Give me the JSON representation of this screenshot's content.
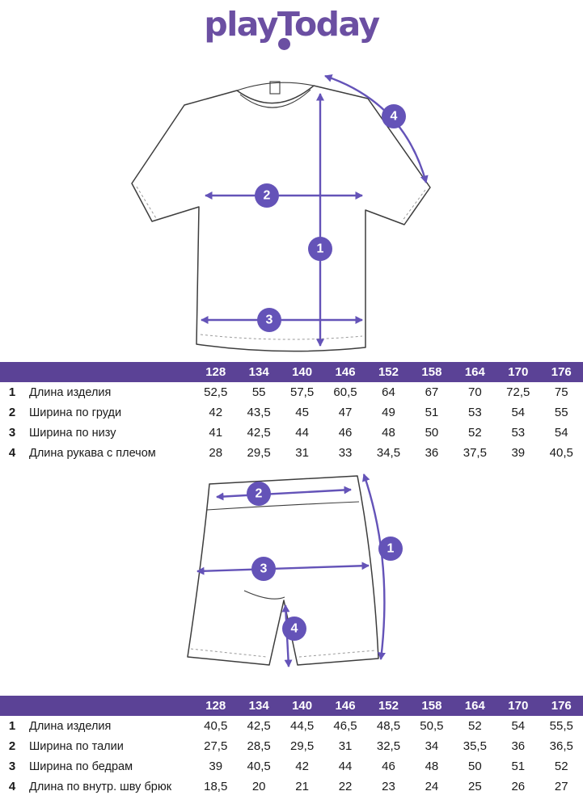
{
  "brand": {
    "logo_text": "playToday"
  },
  "colors": {
    "purple": "#5b4296",
    "arrow": "#6453b8",
    "logo": "#6b4fa2"
  },
  "badges": [
    "1",
    "2",
    "3",
    "4"
  ],
  "sizes": [
    "128",
    "134",
    "140",
    "146",
    "152",
    "158",
    "164",
    "170",
    "176"
  ],
  "tshirt_table": {
    "rows": [
      {
        "num": "1",
        "label": "Длина изделия",
        "values": [
          "52,5",
          "55",
          "57,5",
          "60,5",
          "64",
          "67",
          "70",
          "72,5",
          "75"
        ]
      },
      {
        "num": "2",
        "label": "Ширина по груди",
        "values": [
          "42",
          "43,5",
          "45",
          "47",
          "49",
          "51",
          "53",
          "54",
          "55"
        ]
      },
      {
        "num": "3",
        "label": "Ширина по низу",
        "values": [
          "41",
          "42,5",
          "44",
          "46",
          "48",
          "50",
          "52",
          "53",
          "54"
        ]
      },
      {
        "num": "4",
        "label": "Длина рукава с плечом",
        "values": [
          "28",
          "29,5",
          "31",
          "33",
          "34,5",
          "36",
          "37,5",
          "39",
          "40,5"
        ]
      }
    ]
  },
  "shorts_table": {
    "rows": [
      {
        "num": "1",
        "label": "Длина изделия",
        "values": [
          "40,5",
          "42,5",
          "44,5",
          "46,5",
          "48,5",
          "50,5",
          "52",
          "54",
          "55,5"
        ]
      },
      {
        "num": "2",
        "label": "Ширина по талии",
        "values": [
          "27,5",
          "28,5",
          "29,5",
          "31",
          "32,5",
          "34",
          "35,5",
          "36",
          "36,5"
        ]
      },
      {
        "num": "3",
        "label": "Ширина по бедрам",
        "values": [
          "39",
          "40,5",
          "42",
          "44",
          "46",
          "48",
          "50",
          "51",
          "52"
        ]
      },
      {
        "num": "4",
        "label": "Длина по внутр. шву брюк",
        "values": [
          "18,5",
          "20",
          "21",
          "22",
          "23",
          "24",
          "25",
          "26",
          "27"
        ]
      }
    ]
  }
}
